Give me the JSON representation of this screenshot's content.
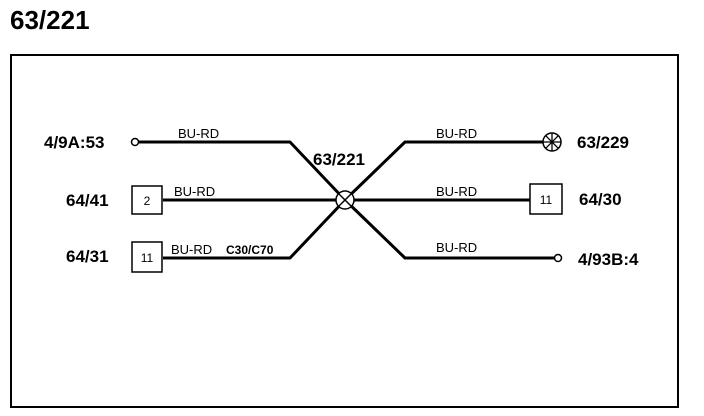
{
  "title": "63/221",
  "splice": {
    "label": "63/221"
  },
  "connectors": {
    "left_top": "4/9A:53",
    "left_mid": "64/41",
    "left_bot": "64/31",
    "right_top": "63/229",
    "right_mid": "64/30",
    "right_bot": "4/93B:4"
  },
  "boxes": {
    "left_mid": "2",
    "left_bot": "11",
    "right_mid": "11"
  },
  "wires": {
    "left_top": "BU-RD",
    "left_mid": "BU-RD",
    "left_bot": "BU-RD",
    "left_bot_note": "C30/C70",
    "right_top": "BU-RD",
    "right_mid": "BU-RD",
    "right_bot": "BU-RD"
  }
}
